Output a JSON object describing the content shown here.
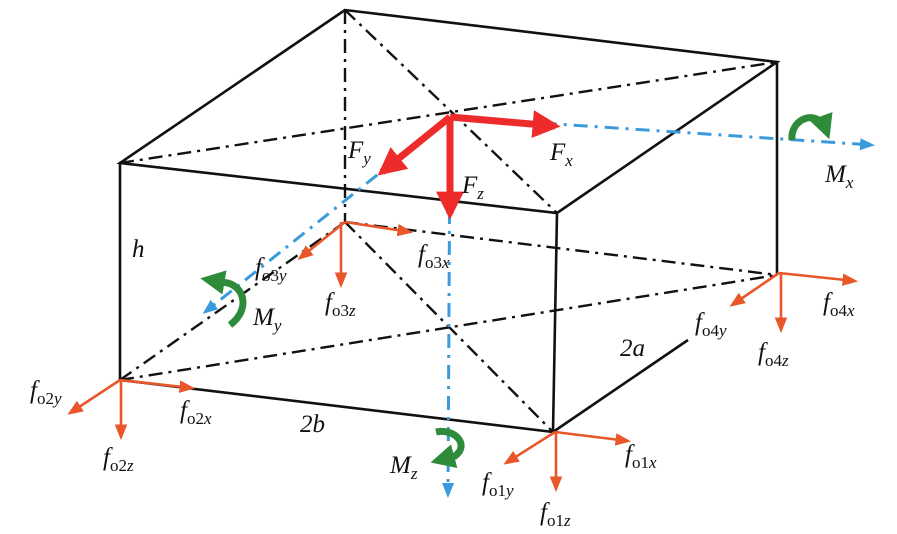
{
  "colors": {
    "edge": "#111111",
    "axis": "#3a9bdc",
    "applied_force": "#ee2b2b",
    "reaction_force": "#e8562a",
    "moment": "#2e8b3a"
  },
  "dimensions": {
    "height": "h",
    "length": "2b",
    "width": "2a"
  },
  "applied_forces": {
    "fx": {
      "base": "F",
      "sub": "x"
    },
    "fy": {
      "base": "F",
      "sub": "y"
    },
    "fz": {
      "base": "F",
      "sub": "z"
    }
  },
  "moments": {
    "mx": {
      "base": "M",
      "sub": "x"
    },
    "my": {
      "base": "M",
      "sub": "y"
    },
    "mz": {
      "base": "M",
      "sub": "z"
    }
  },
  "reactions": {
    "o1x": {
      "base": "f",
      "num": "o1",
      "axis": "x"
    },
    "o1y": {
      "base": "f",
      "num": "o1",
      "axis": "y"
    },
    "o1z": {
      "base": "f",
      "num": "o1",
      "axis": "z"
    },
    "o2x": {
      "base": "f",
      "num": "o2",
      "axis": "x"
    },
    "o2y": {
      "base": "f",
      "num": "o2",
      "axis": "y"
    },
    "o2z": {
      "base": "f",
      "num": "o2",
      "axis": "z"
    },
    "o3x": {
      "base": "f",
      "num": "o3",
      "axis": "x"
    },
    "o3y": {
      "base": "f",
      "num": "o3",
      "axis": "y"
    },
    "o3z": {
      "base": "f",
      "num": "o3",
      "axis": "z"
    },
    "o4x": {
      "base": "f",
      "num": "o4",
      "axis": "x"
    },
    "o4y": {
      "base": "f",
      "num": "o4",
      "axis": "y"
    },
    "o4z": {
      "base": "f",
      "num": "o4",
      "axis": "z"
    }
  }
}
